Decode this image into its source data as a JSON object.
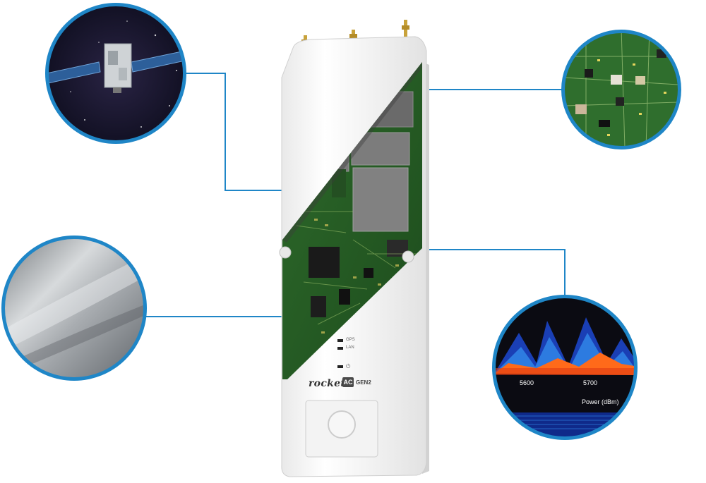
{
  "device": {
    "brand_text": "rocket",
    "model_badge": "AC",
    "generation_label": "GEN2",
    "led_gps_label": "GPS",
    "led_lan_label": "LAN",
    "power_symbol": "⏻"
  },
  "callouts": [
    {
      "subject": "satellite",
      "icon": "satellite-icon"
    },
    {
      "subject": "circuit-board",
      "icon": "circuit-icon"
    },
    {
      "subject": "metal-texture",
      "icon": "texture-icon"
    },
    {
      "subject": "spectrum-chart",
      "icon": "chart-icon"
    }
  ],
  "spectrum": {
    "tick_5600": "5600",
    "tick_5700": "5700",
    "axis_label": "Power (dBm)"
  },
  "colors": {
    "callout_ring": "#1f86c7",
    "leader_line": "#1f86c7"
  }
}
